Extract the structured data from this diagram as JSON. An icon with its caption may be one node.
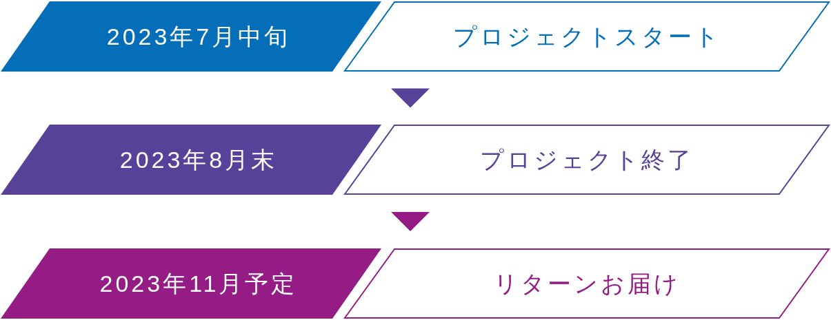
{
  "diagram": {
    "nodes": [
      {
        "text": [
          "2023年7月中旬"
        ]
      },
      {
        "text": [
          "プロジェクトスタート"
        ]
      },
      {
        "text": [
          "2023年8月末"
        ]
      },
      {
        "text": [
          "プロジェクト終了"
        ]
      },
      {
        "text": [
          "2023年11月予定"
        ]
      },
      {
        "text": [
          "リターンお届け"
        ]
      }
    ],
    "edges": [
      {
        "from": 1,
        "to": 3,
        "arrow": "to",
        "color": "#57429a"
      },
      {
        "from": 3,
        "to": 5,
        "arrow": "to",
        "color": "#951c85"
      }
    ]
  }
}
